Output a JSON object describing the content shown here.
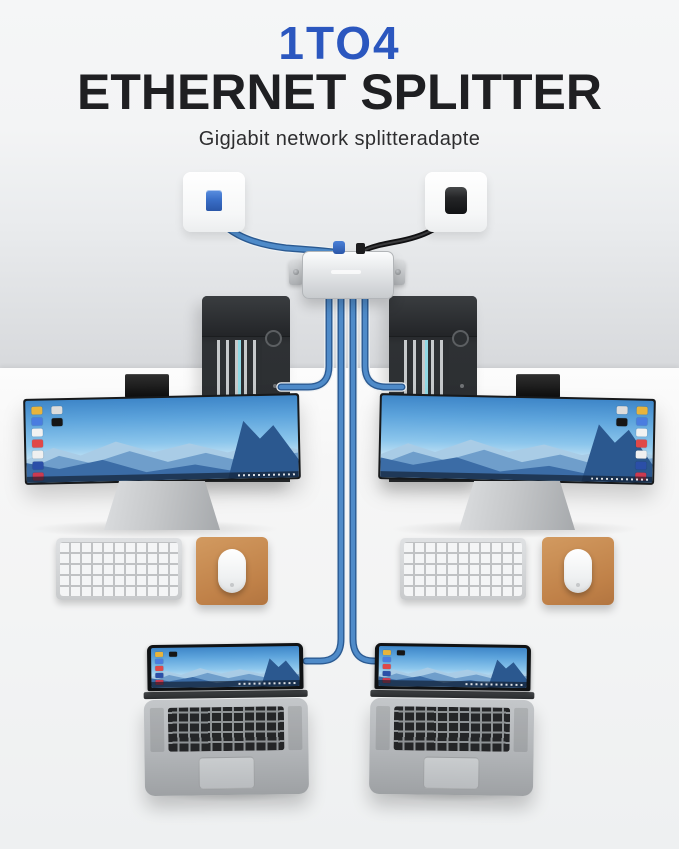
{
  "header": {
    "title_line1": "1TO4",
    "title_line2": "ETHERNET SPLITTER",
    "subtitle": "Gigjabit network splitteradapte"
  },
  "palette": {
    "title_accent_blue": "#2b57bf",
    "title_dark": "#1f1f22",
    "ethernet_cable_blue": "#4f8bc9",
    "ethernet_cable_blue_dark": "#2b5a92",
    "power_cable_black": "#101012",
    "splitter_silver": "#d9dcdf",
    "wall_outlet_white": "#ffffff",
    "tower_dark": "#2c2f32",
    "tower_vent_cyan": "#8fd8e4",
    "monitor_bezel_black": "#17191b",
    "stand_silver": "#c6c8ca",
    "keyboard_white": "#f4f5f6",
    "mousepad_tan": "#c98d54",
    "laptop_silver": "#b2b5b8",
    "laptop_key_black": "#242527",
    "wallpaper_sky_blue": "#5da4dc",
    "wallpaper_mountain_blue": "#3b6ca6",
    "background_wall_grey": "#d7d9dc",
    "background_desk_white": "#f5f5f5"
  },
  "desktop_icon_colors": [
    "#e8b43c",
    "#4a7de0",
    "#f2f2f2",
    "#e04848",
    "#f0f0f0",
    "#2b4fa8",
    "#cc3a50",
    "#dcdcdc",
    "#161616"
  ]
}
